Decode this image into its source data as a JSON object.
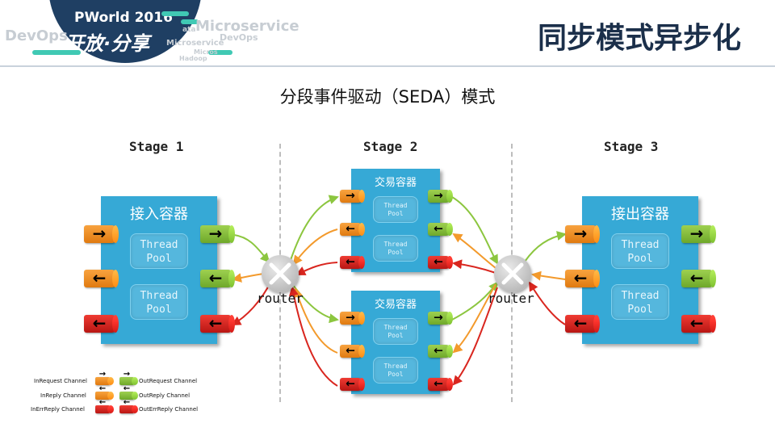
{
  "header": {
    "event_title": "PWorld 2016",
    "event_subtitle": "开放·分享",
    "watermarks": [
      "DevOps",
      "Microservice",
      "DevOps",
      "Microservice",
      "Hadoop",
      "ata",
      "Micros"
    ],
    "page_title": "同步模式异步化",
    "colors": {
      "banner": "#1f3f63",
      "accent": "#40c9b4",
      "title": "#1b2f4a"
    }
  },
  "diagram": {
    "subtitle": "分段事件驱动（SEDA）模式",
    "stages": [
      {
        "label": "Stage 1",
        "containers": [
          {
            "title": "接入容器",
            "pools": [
              "Thread\nPool",
              "Thread\nPool"
            ]
          }
        ]
      },
      {
        "label": "Stage 2",
        "containers": [
          {
            "title": "交易容器",
            "pools": [
              "Thread\nPool",
              "Thread\nPool"
            ]
          },
          {
            "title": "交易容器",
            "pools": [
              "Thread\nPool",
              "Thread\nPool"
            ]
          }
        ]
      },
      {
        "label": "Stage 3",
        "containers": [
          {
            "title": "接出容器",
            "pools": [
              "Thread\nPool",
              "Thread\nPool"
            ]
          }
        ]
      }
    ],
    "routers": [
      {
        "label": "router"
      },
      {
        "label": "router"
      }
    ],
    "channel_colors": {
      "request": "#f39a2c",
      "out_request": "#8cc63f",
      "error": "#d9261f",
      "container": "#36a9d6"
    }
  },
  "legend": [
    {
      "label": "InRequest Channel",
      "color": "orange",
      "arrow": "→"
    },
    {
      "label": "InReply Channel",
      "color": "orange",
      "arrow": "←"
    },
    {
      "label": "InErrReply Channel",
      "color": "red",
      "arrow": "←"
    },
    {
      "label": "OutRequest Channel",
      "color": "green",
      "arrow": "→"
    },
    {
      "label": "OutReply Channel",
      "color": "green",
      "arrow": "←"
    },
    {
      "label": "OutErrReply Channel",
      "color": "red",
      "arrow": "←"
    }
  ]
}
